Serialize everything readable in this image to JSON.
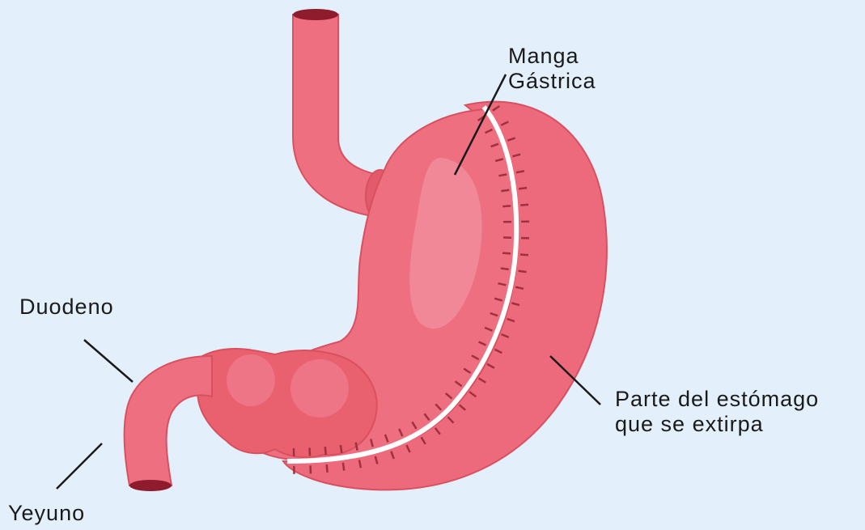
{
  "labels": {
    "manga_line1": "Manga",
    "manga_line2": "Gástrica",
    "duodeno": "Duodeno",
    "yeyuno": "Yeyuno",
    "parte_line1": "Parte del estómago",
    "parte_line2": "que se extirpa"
  },
  "colors": {
    "background": "#e3f0fb",
    "tissue": "#ee6f80",
    "tissue_light": "#f49aa6",
    "tissue_dark": "#d9505f",
    "lumen": "#8f1c2c",
    "suture": "#a03040",
    "leader_line": "#1a1a1a"
  }
}
